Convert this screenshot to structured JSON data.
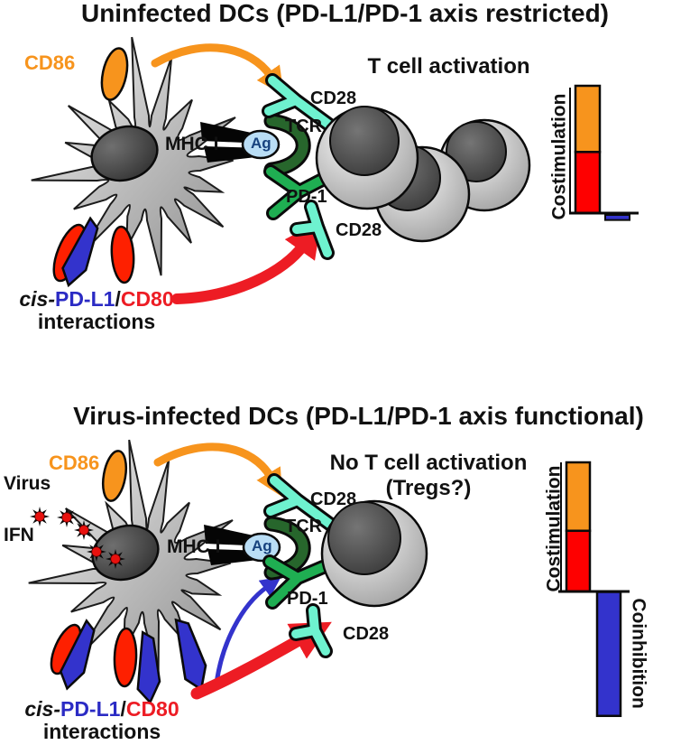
{
  "p0": {
    "title": "Uninfected DCs (PD-L1/PD-1 axis restricted)",
    "cd86": "CD86",
    "activation": "T cell activation",
    "cd28_top": "CD28",
    "tcr": "TCR",
    "mhc": "MHC I",
    "ag": "Ag",
    "pd1": "PD-1",
    "cd28_bottom": "CD28",
    "cis_prefix": "cis-",
    "cis_pdl1": "PD-L1",
    "cis_slash": "/",
    "cis_cd80": "CD80",
    "cis_line2": "interactions",
    "ylabel": "Costimulation"
  },
  "p1": {
    "title": "Virus-infected DCs (PD-L1/PD-1 axis functional)",
    "cd86": "CD86",
    "virus": "Virus",
    "ifn": "IFN",
    "activation1": "No T cell activation",
    "activation2": "(Tregs?)",
    "cd28_top": "CD28",
    "tcr": "TCR",
    "mhc": "MHC I",
    "ag": "Ag",
    "pd1": "PD-1",
    "cd28_bottom": "CD28",
    "cis_prefix": "cis-",
    "cis_pdl1": "PD-L1",
    "cis_slash": "/",
    "cis_cd80": "CD80",
    "cis_line2": "interactions",
    "ylabel_pos": "Costimulation",
    "ylabel_neg": "Coinhibition"
  },
  "colors": {
    "orange": "#f7941d",
    "red_text": "#ed1c24",
    "bar_red": "#fe0000",
    "blue": "#3333cc",
    "cd28_cyan": "#6ef2cf",
    "pd1_green": "#1fae52",
    "tcr_green": "#27662c"
  },
  "chart_data": [
    {
      "type": "bar",
      "panel": "Uninfected DCs (PD-L1/PD-1 axis restricted)",
      "ylabel_positive": "Costimulation",
      "ylabel_negative": null,
      "units": "relative signal strength (% of max, estimated from bar heights)",
      "ylim": [
        -100,
        100
      ],
      "grid": false,
      "legend": "none",
      "stacked_bar_costimulation": [
        {
          "name": "CD86",
          "color": "#f7941d",
          "value": 52
        },
        {
          "name": "CD80",
          "color": "#fe0000",
          "value": 48
        }
      ],
      "bar_coinhibition": {
        "name": "PD-L1/PD-1",
        "color": "#3333cc",
        "value": -4
      },
      "annotations": [
        "T cell activation"
      ]
    },
    {
      "type": "bar",
      "panel": "Virus-infected DCs (PD-L1/PD-1 axis functional)",
      "ylabel_positive": "Costimulation",
      "ylabel_negative": "Coinhibition",
      "units": "relative signal strength (% of max, estimated from bar heights)",
      "ylim": [
        -100,
        100
      ],
      "grid": false,
      "legend": "none",
      "stacked_bar_costimulation": [
        {
          "name": "CD86",
          "color": "#f7941d",
          "value": 53
        },
        {
          "name": "CD80",
          "color": "#fe0000",
          "value": 47
        }
      ],
      "bar_coinhibition": {
        "name": "PD-L1/PD-1",
        "color": "#3333cc",
        "value": -96
      },
      "annotations": [
        "No T cell activation",
        "(Tregs?)"
      ]
    }
  ]
}
